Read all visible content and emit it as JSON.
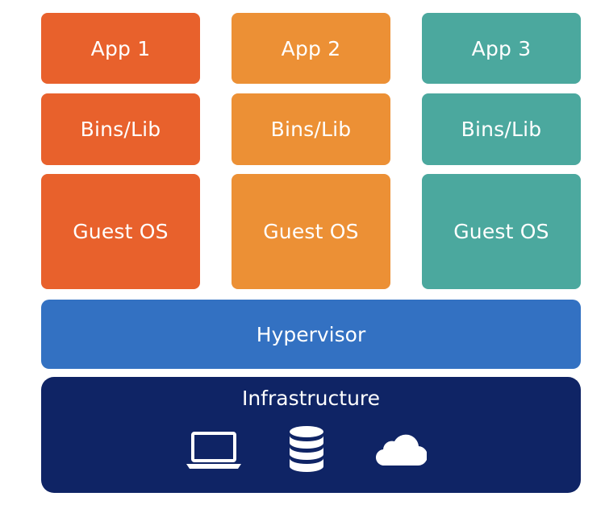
{
  "columns": [
    {
      "app": "App 1",
      "bins": "Bins/Lib",
      "os": "Guest OS",
      "color": "#e8612c"
    },
    {
      "app": "App 2",
      "bins": "Bins/Lib",
      "os": "Guest OS",
      "color": "#ec9035"
    },
    {
      "app": "App 3",
      "bins": "Bins/Lib",
      "os": "Guest OS",
      "color": "#4ba89e"
    }
  ],
  "hypervisor": {
    "label": "Hypervisor",
    "color": "#3371c2"
  },
  "infrastructure": {
    "label": "Infrastructure",
    "color": "#0f2465",
    "icons": [
      "laptop-icon",
      "database-icon",
      "cloud-icon"
    ]
  }
}
